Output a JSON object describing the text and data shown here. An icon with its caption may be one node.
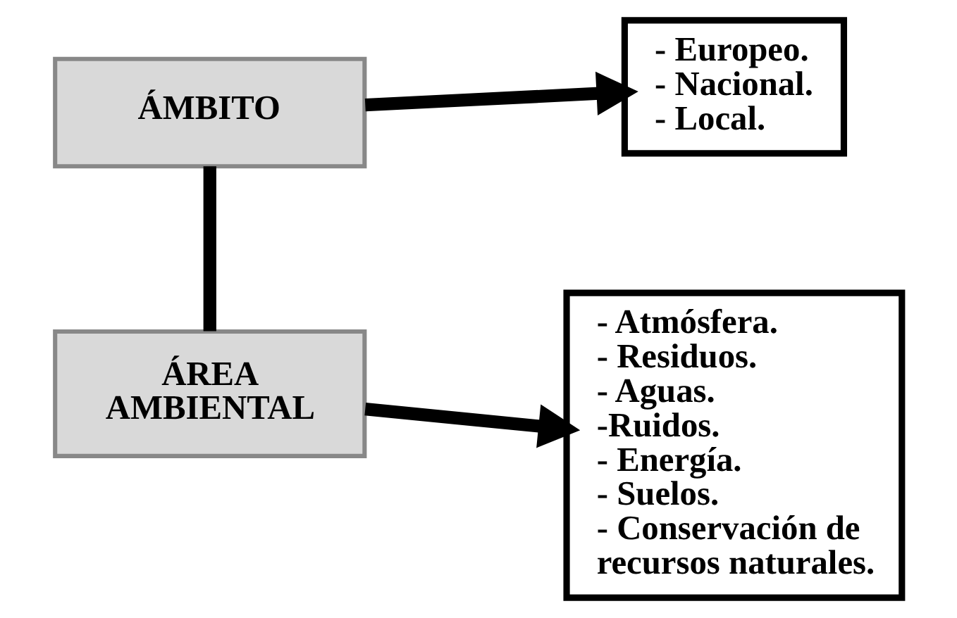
{
  "diagram": {
    "nodes": [
      {
        "text": [
          "ÁMBITO"
        ]
      },
      {
        "text": [
          "- Europeo.",
          "- Nacional.",
          "- Local."
        ]
      },
      {
        "text": [
          "ÁREA AMBIENTAL"
        ]
      },
      {
        "text": [
          "- Atmósfera.",
          "- Residuos.",
          "- Aguas.",
          "-Ruidos.",
          "- Energía.",
          "- Suelos.",
          "- Conservación de recursos naturales."
        ]
      }
    ],
    "edges": [
      {
        "from": 0,
        "to": 2,
        "arrow": "none"
      },
      {
        "from": 0,
        "to": 1,
        "arrow": "to"
      },
      {
        "from": 2,
        "to": 3,
        "arrow": "to"
      }
    ]
  }
}
